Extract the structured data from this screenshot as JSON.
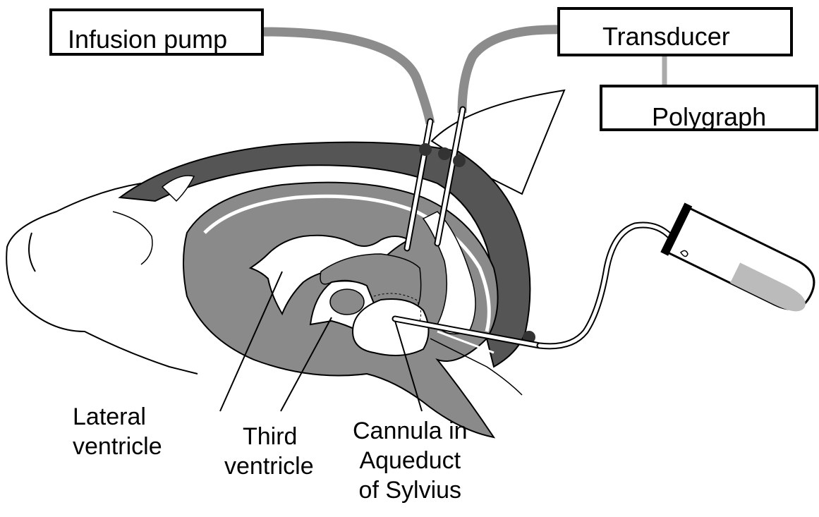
{
  "equipment": {
    "infusion_pump": "Infusion pump",
    "transducer": "Transducer",
    "polygraph": "Polygraph"
  },
  "labels": {
    "lateral_ventricle": [
      "Lateral",
      "ventricle"
    ],
    "third_ventricle": [
      "Third",
      "ventricle"
    ],
    "cannula": [
      "Cannula in",
      "Aqueduct",
      "of Sylvius"
    ]
  },
  "colors": {
    "tube": "#8c8c8c",
    "brain": "#8a8a8a",
    "skull_dark": "#555555",
    "outline": "#000000",
    "background": "#ffffff"
  }
}
